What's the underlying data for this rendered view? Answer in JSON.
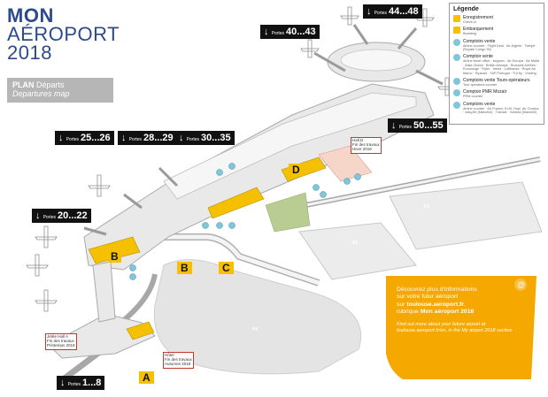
{
  "header": {
    "line1": "MON",
    "line2": "AÉROPORT",
    "line3": "2018",
    "plan_label_bold": "PLAN",
    "plan_label_rest": "Départs",
    "plan_subtitle": "Departures map"
  },
  "gates": [
    {
      "id": "g1",
      "prefix": "Portes",
      "label": "40...43"
    },
    {
      "id": "g2",
      "prefix": "Portes",
      "label": "44...48"
    },
    {
      "id": "g3",
      "prefix": "Portes",
      "label": "50...55"
    },
    {
      "id": "g4",
      "prefix": "Portes",
      "label": "25...26"
    },
    {
      "id": "g5",
      "prefix": "Portes",
      "label": "28...29"
    },
    {
      "id": "g6",
      "prefix": "Portes",
      "label": "30...35"
    },
    {
      "id": "g7",
      "prefix": "Portes",
      "label": "20...22"
    },
    {
      "id": "g8",
      "prefix": "Portes",
      "label": "1...8"
    }
  ],
  "halls": {
    "a": "A",
    "b": "B",
    "b_lower": "B",
    "c": "C",
    "d": "D"
  },
  "parkings": {
    "p1": "P1",
    "p2": "P2",
    "p0": "P0"
  },
  "works_notes": [
    {
      "id": "hallD",
      "text": "Hall D\nFin des travaux\nHiver 2018"
    },
    {
      "id": "hallA",
      "text": "Jetée Hall A\nFin des travaux\nPrintemps 2018"
    },
    {
      "id": "autoroute",
      "text": "Hôtel\nFin des travaux\nAutomne 2018"
    }
  ],
  "legend": {
    "title": "Légende",
    "items": [
      {
        "main": "Enregistrement",
        "sub": "Check-in"
      },
      {
        "main": "Embarquement",
        "sub": "Boarding"
      },
      {
        "main": "Comptoirs vente",
        "sub": "Airline counter · Flight Deal · Air Algérie · Twinjet (Royale Congo 35)"
      },
      {
        "main": "Comptoir vente",
        "sub": "Airline ticket office · Aegean · Air Europa · Air Malta · Atlas Global · British Airways · Brussels Airlines · Eurowings · Flybe · Iberia · Lufthansa · Royal Air Maroc · Ryanair · TAP Portugal · TUI fly · Vueling"
      },
      {
        "main": "Comptoirs vente Tours-opérateurs",
        "sub": "Tour operators counter"
      },
      {
        "main": "Comptoir PMR Mozaïr",
        "sub": "PRM counter"
      },
      {
        "main": "Comptoirs vente",
        "sub": "Airline counter · Air France, KLM, Hop!, Air Corsica · easyJet (Marcelin) · Transat · Volotea (Marcelin)"
      }
    ]
  },
  "promo": {
    "line1": "Découvrez plus d'informations",
    "line2": "sur votre futur aéroport",
    "line3_pre": "sur ",
    "line3_bold": "toulouse.aeroport.fr",
    "line3_post": ",",
    "line4_pre": "rubrique ",
    "line4_bold": "Mon aéroport 2018",
    "english": "Find out more about your future airport at toulouse.aeroport.fr/en, in the My airport 2018 section"
  },
  "colors": {
    "brand_blue": "#2c4a8c",
    "accent_yellow": "#f4c000",
    "promo_orange": "#f5a800",
    "terminal_gray": "#e8e8e8",
    "runway_gray": "#d6d6d6",
    "service_cyan": "#7fc6d8",
    "works_red": "#c0392b"
  }
}
